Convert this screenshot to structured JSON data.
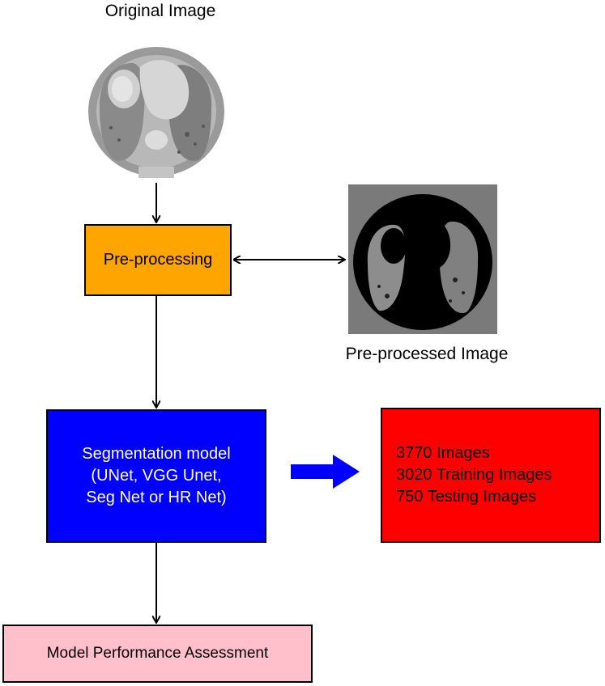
{
  "labels": {
    "original_image": "Original Image",
    "preprocessed_image": "Pre-processed Image"
  },
  "boxes": {
    "preprocessing": {
      "text": "Pre-processing",
      "color": "#ffa500"
    },
    "segmentation": {
      "lines": [
        "Segmentation model",
        "(UNet, VGG Unet,",
        "Seg Net or HR Net)"
      ],
      "color": "#0000ff"
    },
    "dataset": {
      "lines": [
        "3770 Images",
        "3020 Training Images",
        "750 Testing Images"
      ],
      "color": "#ff0000"
    },
    "assessment": {
      "text": "Model Performance Assessment",
      "color": "#ffc0cb"
    }
  },
  "images": {
    "original": {
      "icon": "ct-scan-original-icon"
    },
    "preprocessed": {
      "icon": "ct-scan-preprocessed-icon"
    }
  },
  "arrows": {
    "bidirectional_color": "#000000",
    "block_arrow_color": "#0000ff"
  }
}
